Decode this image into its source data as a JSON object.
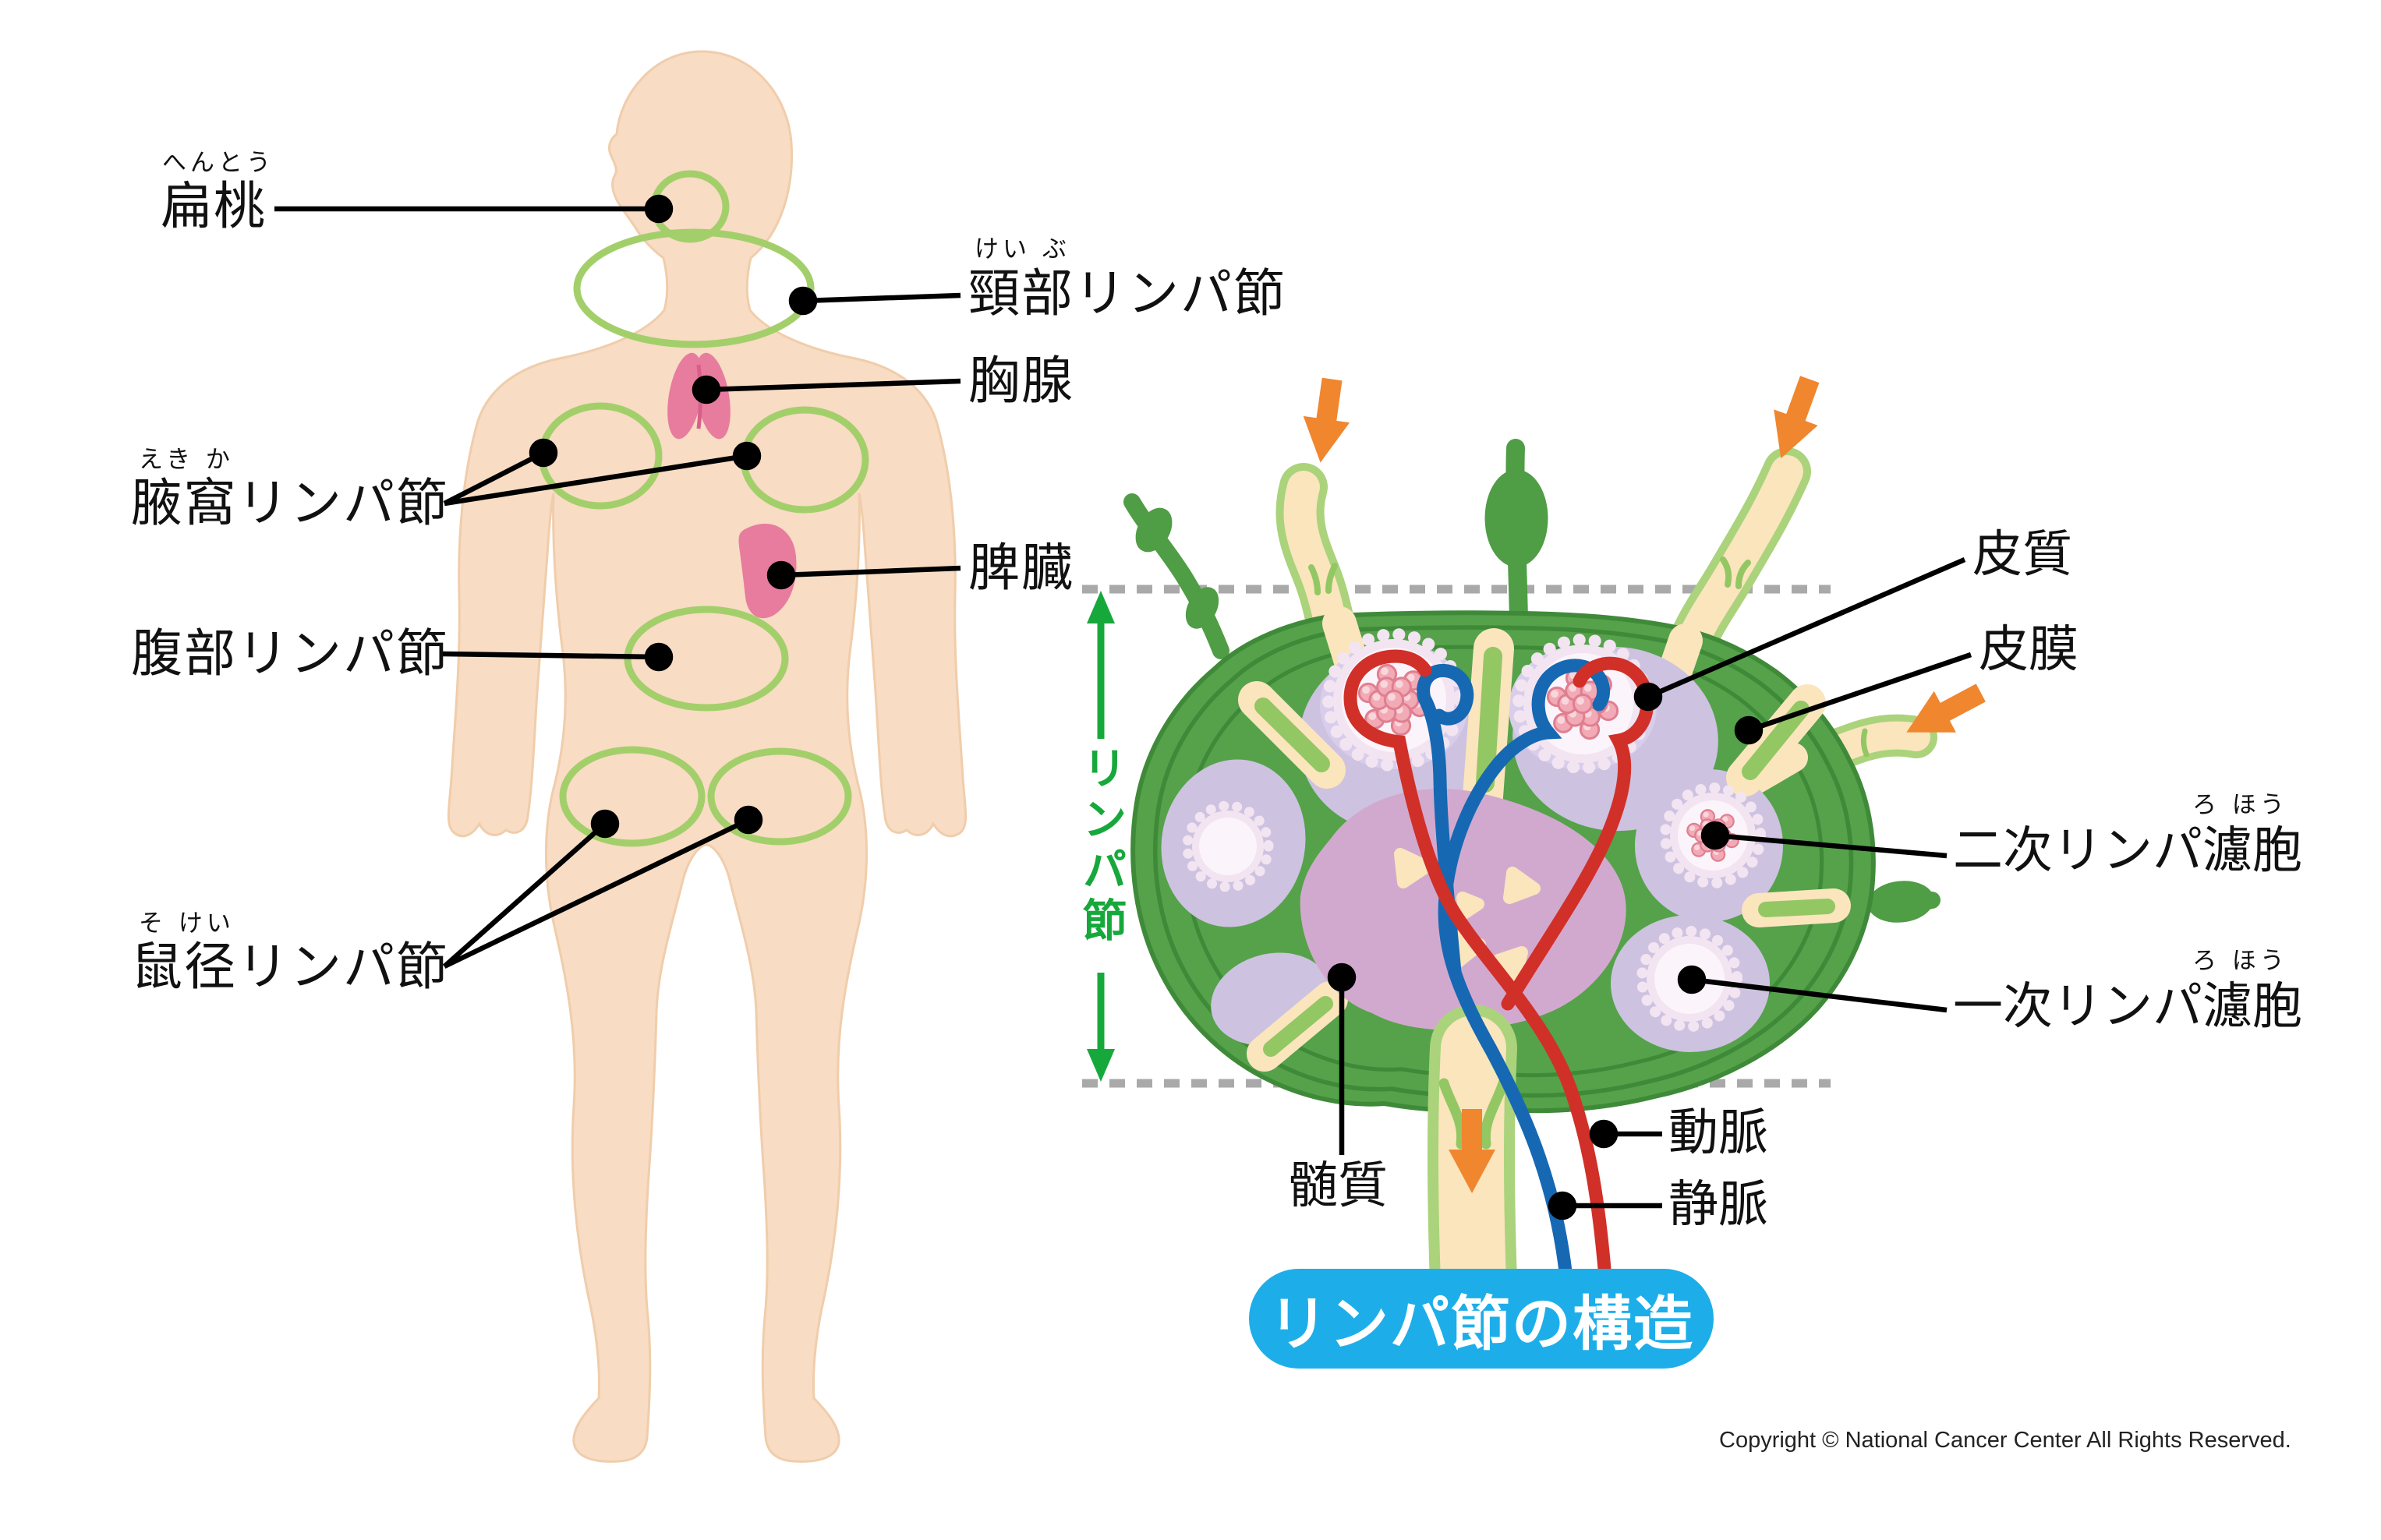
{
  "title_badge": "リンパ節の構造",
  "footer": {
    "copyright": "Copyright © National Cancer Center All Rights Reserved."
  },
  "body_map": {
    "labels": {
      "tonsil": {
        "furigana": "へんとう",
        "text": "扁桃"
      },
      "cervical": {
        "furigana": "けい ぶ",
        "text": "頸部リンパ節"
      },
      "thymus": {
        "text": "胸腺"
      },
      "axillary": {
        "furigana": "えき か",
        "text": "腋窩リンパ節"
      },
      "spleen": {
        "text": "脾臓"
      },
      "abdominal": {
        "text": "腹部リンパ節"
      },
      "inguinal": {
        "furigana": "そ けい",
        "text": "鼠径リンパ節"
      }
    }
  },
  "node_diagram": {
    "range_label": "リンパ節",
    "labels": {
      "cortex": "皮質",
      "capsule": "皮膜",
      "secondary_follicle": {
        "furigana": "ろ ほう",
        "text": "二次リンパ濾胞"
      },
      "primary_follicle": {
        "furigana": "ろ ほう",
        "text": "一次リンパ濾胞"
      },
      "artery": "動脈",
      "vein": "静脈",
      "medulla": "髄質"
    }
  },
  "colors": {
    "skin": "#f8dcc4",
    "lymph_ring_green": "#a3cf6b",
    "organ_pink": "#e87c9e",
    "capsule_green_dark": "#55a24a",
    "cortex_green_light": "#b5d98f",
    "septum_green": "#93c763",
    "sinus_cream": "#fae5bd",
    "lobule_lavender": "#cdc2e0",
    "medulla_pink": "#d2a9ce",
    "follicle_white": "#fcf4fb",
    "berry_pink": "#f2aab6",
    "artery_red": "#d03028",
    "vein_blue": "#1668b3",
    "flow_orange": "#f0862e",
    "dashed_gray": "#a9a9a9",
    "measure_green": "#17a83c",
    "badge_blue": "#1daee9"
  }
}
